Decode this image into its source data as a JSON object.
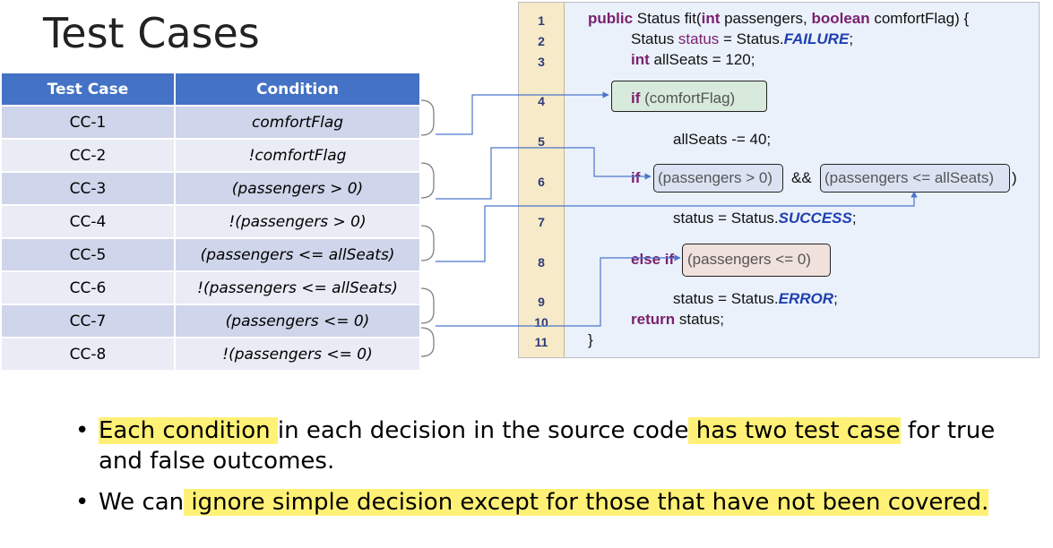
{
  "title": "Test Cases",
  "table": {
    "headers": [
      "Test Case",
      "Condition"
    ],
    "rows": [
      {
        "id": "CC-1",
        "condition": "comfortFlag"
      },
      {
        "id": "CC-2",
        "condition": "!comfortFlag"
      },
      {
        "id": "CC-3",
        "condition": "(passengers > 0)"
      },
      {
        "id": "CC-4",
        "condition": "!(passengers > 0)"
      },
      {
        "id": "CC-5",
        "condition": "(passengers <= allSeats)"
      },
      {
        "id": "CC-6",
        "condition": "!(passengers <= allSeats)"
      },
      {
        "id": "CC-7",
        "condition": "(passengers <= 0)"
      },
      {
        "id": "CC-8",
        "condition": "!(passengers <= 0)"
      }
    ]
  },
  "code": {
    "line_numbers": [
      "1",
      "2",
      "3",
      "4",
      "5",
      "6",
      "7",
      "8",
      "9",
      "10",
      "11"
    ],
    "l1": {
      "kw_public": "public",
      "t1": " Status fit(",
      "kw_int": "int",
      "t2": " passengers, ",
      "kw_boolean": "boolean",
      "t3": " comfortFlag) {"
    },
    "l2": {
      "t1": "Status ",
      "var": "status",
      "t2": " = Status.",
      "enum": "FAILURE",
      "t3": ";"
    },
    "l3": {
      "kw": "int",
      "t1": " allSeats = 120;"
    },
    "l4": {
      "kw": "if",
      "t1": " (comfortFlag)"
    },
    "l5": {
      "t1": "allSeats -= 40;"
    },
    "l6": {
      "kw": "if",
      "cond_a": "(passengers > 0)",
      "op": "&&",
      "cond_b": "(passengers <= allSeats)",
      "close": ")"
    },
    "l7": {
      "t1": "status = Status.",
      "enum": "SUCCESS",
      "t2": ";"
    },
    "l8": {
      "kw": "else if",
      "cond": "(passengers <= 0)"
    },
    "l9": {
      "t1": "status = Status.",
      "enum": "ERROR",
      "t2": ";"
    },
    "l10": {
      "kw": "return",
      "t1": " status;"
    },
    "l11": {
      "t1": "}"
    }
  },
  "bullets": [
    {
      "segments": [
        {
          "text": "Each condition ",
          "highlight": true
        },
        {
          "text": "in each decision in the source code",
          "highlight": false
        },
        {
          "text": " has two test case",
          "highlight": true
        },
        {
          "text": " for true and false outcomes.",
          "highlight": false
        }
      ]
    },
    {
      "segments": [
        {
          "text": "We can",
          "highlight": false
        },
        {
          "text": " ignore simple decision except for those that have not been covered.",
          "highlight": true
        }
      ]
    }
  ],
  "colors": {
    "header_bg": "#4472c4",
    "row_dark": "#cfd5ea",
    "row_light": "#e9ebf5",
    "keyword": "#7b1f6e",
    "enum": "#1f3fb0",
    "connector": "#4a76c9",
    "highlight": "#fff176"
  }
}
